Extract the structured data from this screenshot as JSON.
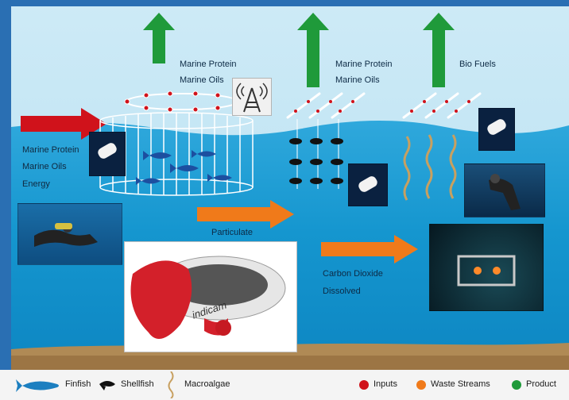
{
  "labels": {
    "top_left_protein": "Marine Protein",
    "top_left_oils": "Marine Oils",
    "top_mid_protein": "Marine Protein",
    "top_mid_oils": "Marine Oils",
    "top_right_fuels": "Bio Fuels",
    "left_protein": "Marine Protein",
    "left_oils": "Marine Oils",
    "left_energy": "Energy",
    "particulate": "Particulate",
    "carbon_dioxide": "Carbon Dioxide",
    "dissolved": "Dissolved"
  },
  "legend": {
    "finfish": "Finfish",
    "shellfish": "Shellfish",
    "macroalgae": "Macroalgae",
    "inputs": "Inputs",
    "waste_streams": "Waste Streams",
    "product": "Product"
  },
  "colors": {
    "inputs": "#d0121b",
    "waste_streams": "#f07a1a",
    "product": "#1f9a3a"
  },
  "photo_text": {
    "pod_brand": "indicam"
  }
}
